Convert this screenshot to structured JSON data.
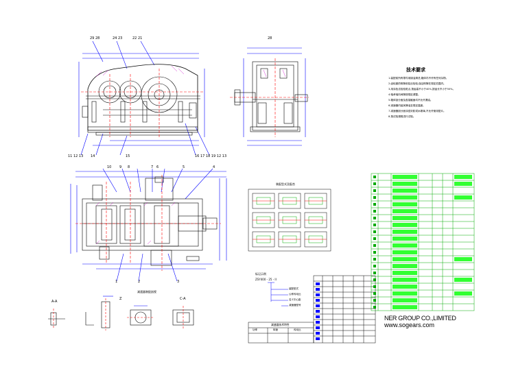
{
  "colors": {
    "outline": "#000000",
    "dimension": "#0000ff",
    "section": "#ff0000",
    "table_grid": "#00aa00",
    "table_fill": "#00ff00",
    "hatch": "#cc00cc",
    "accent": "#00aaaa"
  },
  "top_view": {
    "part_callouts_top": [
      "29 28",
      "24 23",
      "22 21",
      "28"
    ],
    "part_callouts_bottom": [
      "11 12 13",
      "14",
      "15",
      "16 17 18 19 12 13"
    ]
  },
  "plan_view": {
    "part_callouts_top": [
      "10",
      "9",
      "8",
      "7",
      "6",
      "5",
      "4"
    ],
    "part_callouts_bottom": [
      "1",
      "2",
      "3"
    ]
  },
  "tech_requirements": {
    "title": "技术要求",
    "notes": [
      "1.装配前所有零件用煤油清洗,箱体内不许有任何杂物。",
      "2.齿轮副的侧隙用铅丝检验,保证侧隙在规定范围内。",
      "3.用涂色法检验斑点,按齿高不小于40%,按齿长不小于50%。",
      "4.轴承轴向间隙按规定调整。",
      "5.箱体剖分面及各接触面均不允许漏油。",
      "6.减速器内装润滑油至规定高度。",
      "7.减速器剖分面涂密封胶或水玻璃,不允许使用垫片。",
      "8.按试验规程进行试验。"
    ]
  },
  "assembly_table_title": "装配型式及配合",
  "model_code": {
    "title": "标记示例",
    "code": "ZSY400 - 25 - II",
    "labels": [
      "装配型式",
      "公称传动比",
      "名义中心距",
      "减速器型号"
    ]
  },
  "small_views": {
    "aa": "A-A",
    "z": "Z",
    "ca": "C-A",
    "section_title": "减速器装配剖视"
  },
  "title_block": {
    "header": "减速器技术特性",
    "cols": [
      "功率",
      "转速",
      "传动比"
    ],
    "values": [
      "",
      "",
      "",
      "",
      "",
      ""
    ]
  },
  "company": "NER GROUP CO.,LIMITED",
  "website": "www.sogears.com"
}
